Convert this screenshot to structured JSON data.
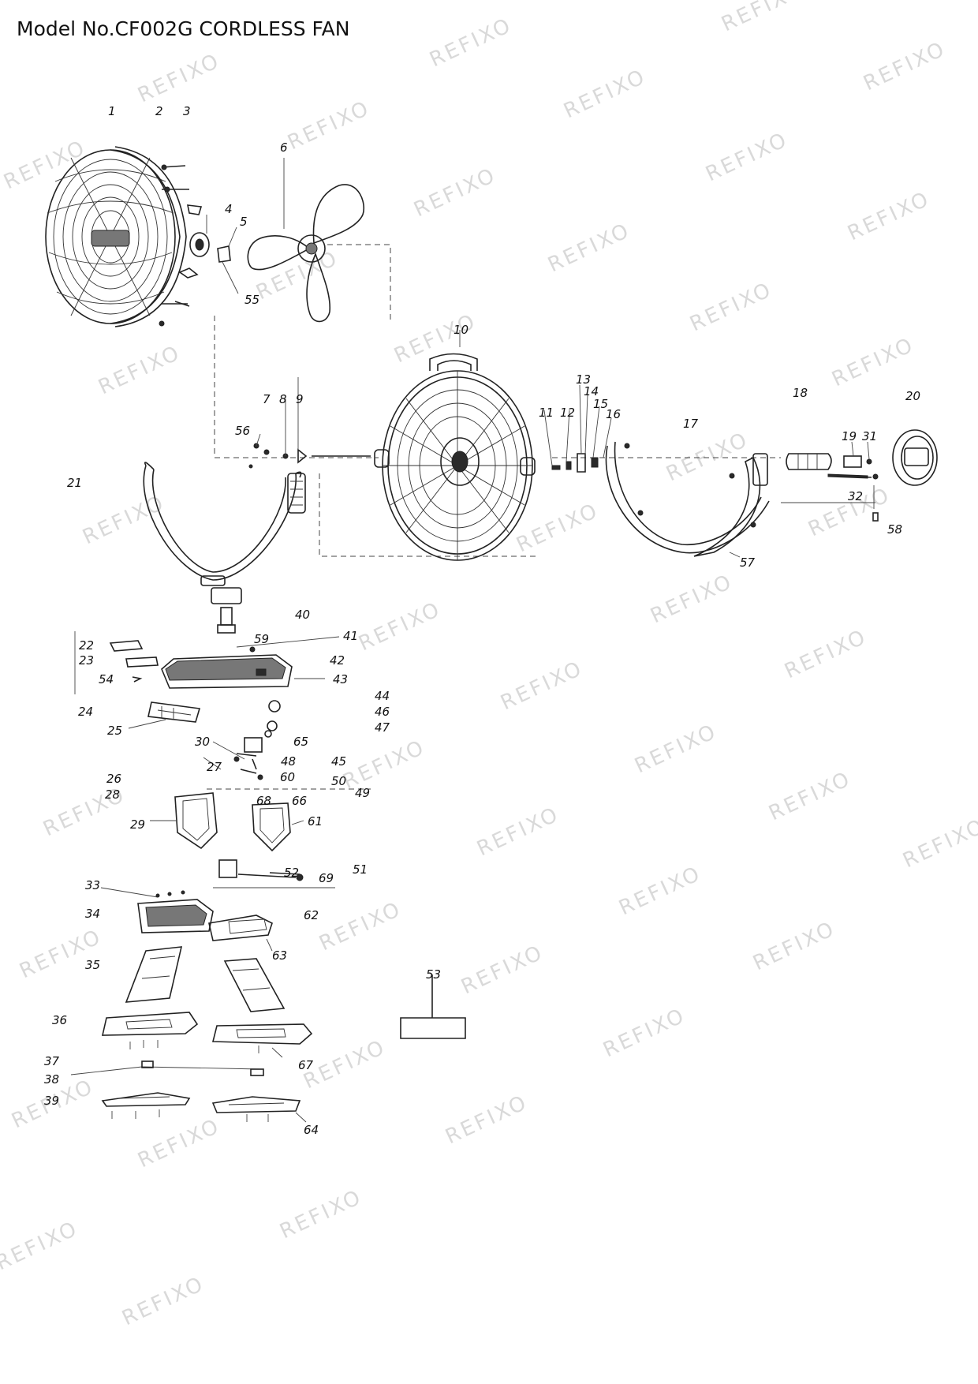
{
  "title": "Model No.CF002G CORDLESS FAN",
  "watermark": "REFIXO",
  "callouts": {
    "c1": "1",
    "c2": "2",
    "c3": "3",
    "c4": "4",
    "c5": "5",
    "c6": "6",
    "c7": "7",
    "c8": "8",
    "c9": "9",
    "c10": "10",
    "c11": "11",
    "c12": "12",
    "c13": "13",
    "c14": "14",
    "c15": "15",
    "c16": "16",
    "c17": "17",
    "c18": "18",
    "c19": "19",
    "c20": "20",
    "c21": "21",
    "c22": "22",
    "c23": "23",
    "c24": "24",
    "c25": "25",
    "c26": "26",
    "c27": "27",
    "c28": "28",
    "c29": "29",
    "c30": "30",
    "c31": "31",
    "c32": "32",
    "c33": "33",
    "c34": "34",
    "c35": "35",
    "c36": "36",
    "c37": "37",
    "c38": "38",
    "c39": "39",
    "c40": "40",
    "c41": "41",
    "c42": "42",
    "c43": "43",
    "c44": "44",
    "c45": "45",
    "c46": "46",
    "c47": "47",
    "c48": "48",
    "c49": "49",
    "c50": "50",
    "c51": "51",
    "c52": "52",
    "c53": "53",
    "c54": "54",
    "c55": "55",
    "c56": "56",
    "c57": "57",
    "c58": "58",
    "c59": "59",
    "c60": "60",
    "c61": "61",
    "c62": "62",
    "c63": "63",
    "c64": "64",
    "c65": "65",
    "c66": "66",
    "c67": "67",
    "c68": "68",
    "c69": "69"
  }
}
